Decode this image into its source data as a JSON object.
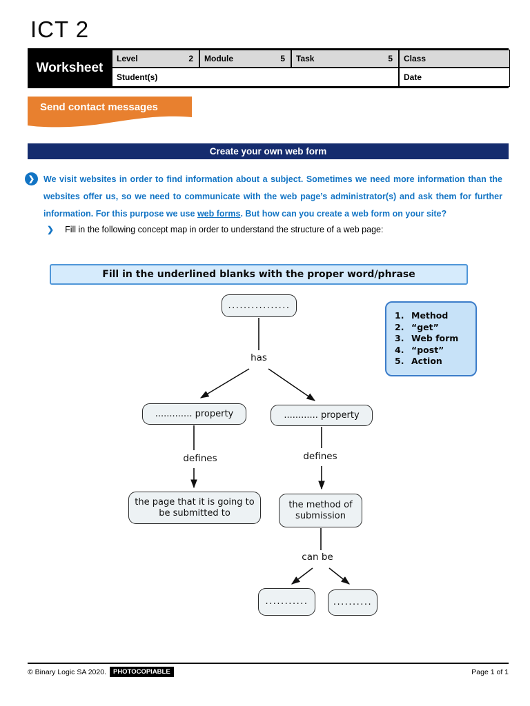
{
  "header": {
    "title": "ICT 2"
  },
  "info_table": {
    "worksheet_label": "Worksheet",
    "cells": [
      {
        "label": "Level",
        "value": "2"
      },
      {
        "label": "Module",
        "value": "5"
      },
      {
        "label": "Task",
        "value": "5"
      },
      {
        "label": "Class",
        "value": ""
      }
    ],
    "students_label": "Student(s)",
    "date_label": "Date"
  },
  "lesson_banner": {
    "text": "Send contact messages"
  },
  "section_banner": {
    "text": "Create your own web form"
  },
  "intro": {
    "bullet_icon": "chevron-right-circle-icon",
    "text_before": "We visit websites in order to find information about a subject. Sometimes we need more information than the websites offer us, so we need to communicate with the web page’s administrator(s) and ask them for further information. For this purpose we use ",
    "link_text": "web forms",
    "text_after": ". But how can you create a web form on your site?"
  },
  "task": {
    "bullet_icon": "chevron-right-icon",
    "text": "Fill in the following concept map in order to understand the structure of a web page:"
  },
  "blanks_box": {
    "title": "Fill in the underlined blanks with the proper word/phrase"
  },
  "diagram": {
    "root_blank": "................",
    "edge_root": "has",
    "left_property": "............. property",
    "right_property": "............ property",
    "edge_left": "defines",
    "edge_right": "defines",
    "left_target": "the page that it is going to be submitted to",
    "right_target": "the method of submission",
    "edge_canbe": "can be",
    "option_a": "...........",
    "option_b": ".........."
  },
  "wordlist": {
    "items": [
      {
        "num": "1.",
        "label": "Method"
      },
      {
        "num": "2.",
        "label": "“get”"
      },
      {
        "num": "3.",
        "label": "Web form"
      },
      {
        "num": "4.",
        "label": "“post”"
      },
      {
        "num": "5.",
        "label": "Action"
      }
    ]
  },
  "footer": {
    "copyright": "© Binary Logic SA 2020.",
    "badge": "PHOTOCOPIABLE",
    "page": "Page 1 of 1"
  },
  "colors": {
    "accent_orange": "#E8802F",
    "navy": "#152C6E",
    "intro_blue": "#1274C4",
    "wordlist_fill": "#C7E2F8",
    "wordlist_border": "#3B7CC9",
    "blanks_fill": "#D6EBFC",
    "blanks_border": "#4F96D8",
    "node_fill": "#EDF2F4",
    "table_header_gray": "#D9D9D9"
  }
}
